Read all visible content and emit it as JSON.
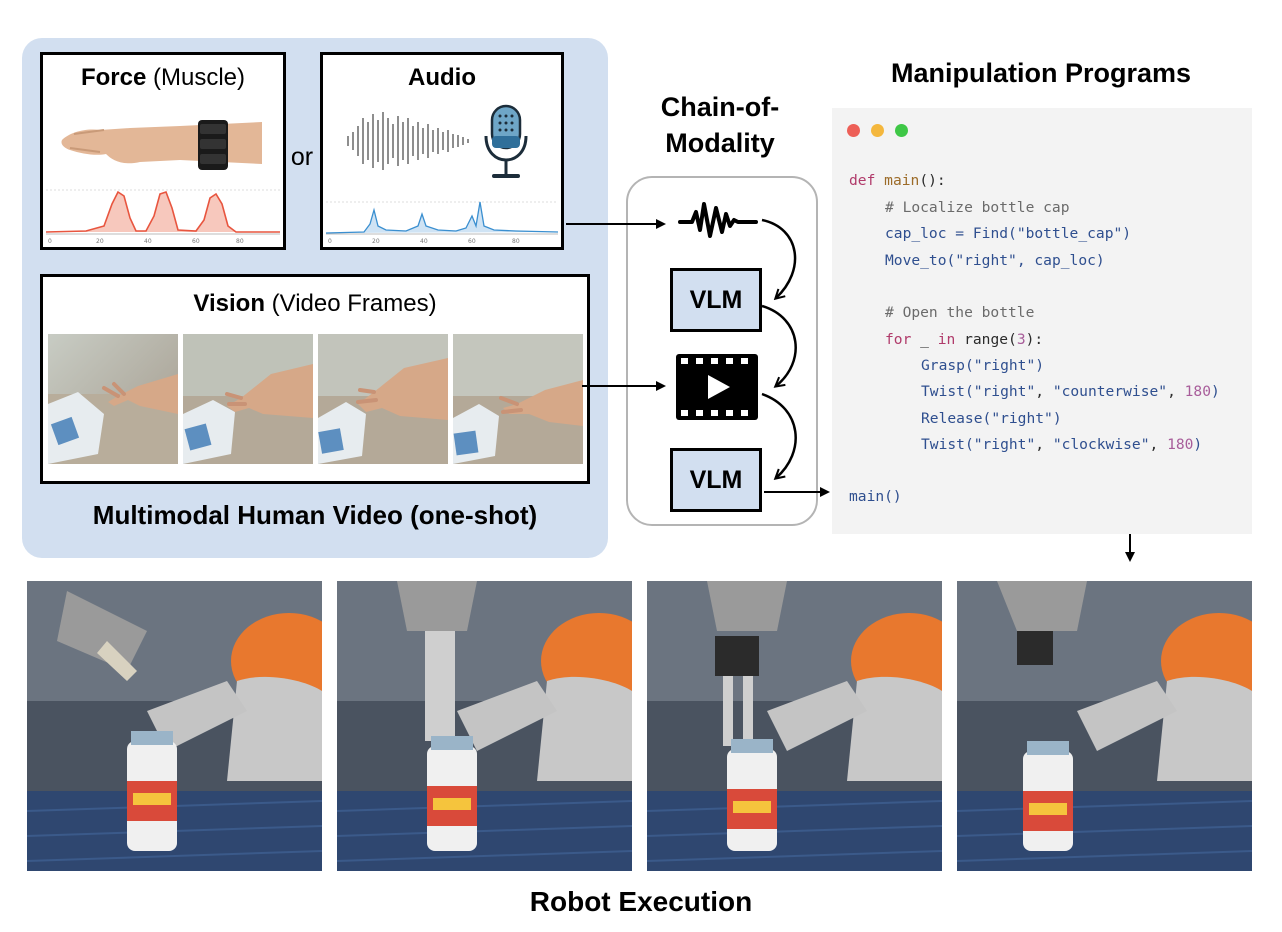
{
  "force_panel": {
    "title_bold": "Force",
    "title_rest": " (Muscle)"
  },
  "or_label": "or",
  "audio_panel": {
    "title": "Audio"
  },
  "vision_panel": {
    "title_bold": "Vision",
    "title_rest": " (Video Frames)"
  },
  "input_caption": "Multimodal Human Video (one-shot)",
  "com_title_line1": "Chain-of-",
  "com_title_line2": "Modality",
  "vlm_label": "VLM",
  "programs_title": "Manipulation Programs",
  "code": {
    "l1_def": "def",
    "l1_fn": "main",
    "l1_rest": "():",
    "l2": "# Localize bottle cap",
    "l3_a": "cap_loc = ",
    "l3_fn": "Find",
    "l3_b": "(",
    "l3_s": "\"bottle_cap\"",
    "l3_c": ")",
    "l4_fn": "Move_to",
    "l4_b": "(",
    "l4_s1": "\"right\"",
    "l4_c": ", cap_loc)",
    "l5": "# Open the bottle",
    "l6_for": "for",
    "l6_mid": " _ ",
    "l6_in": "in",
    "l6_rest": " range(",
    "l6_num": "3",
    "l6_end": "):",
    "l7_fn": "Grasp",
    "l7_b": "(",
    "l7_s": "\"right\"",
    "l7_c": ")",
    "l8_fn": "Twist",
    "l8_b": "(",
    "l8_s1": "\"right\"",
    "l8_sep": ", ",
    "l8_s2": "\"counterwise\"",
    "l8_sep2": ", ",
    "l8_num": "180",
    "l8_c": ")",
    "l9_fn": "Release",
    "l9_b": "(",
    "l9_s": "\"right\"",
    "l9_c": ")",
    "l10_fn": "Twist",
    "l10_b": "(",
    "l10_s1": "\"right\"",
    "l10_sep": ", ",
    "l10_s2": "\"clockwise\"",
    "l10_sep2": ", ",
    "l10_num": "180",
    "l10_c": ")",
    "l11": "main()"
  },
  "robot_caption": "Robot Execution",
  "colors": {
    "panel_blue": "#d2dff0",
    "force_line": "#e8553f",
    "audio_line": "#3a8fd0",
    "mac_red": "#ed5f57",
    "mac_yellow": "#f4b73d",
    "mac_green": "#3ec746"
  }
}
